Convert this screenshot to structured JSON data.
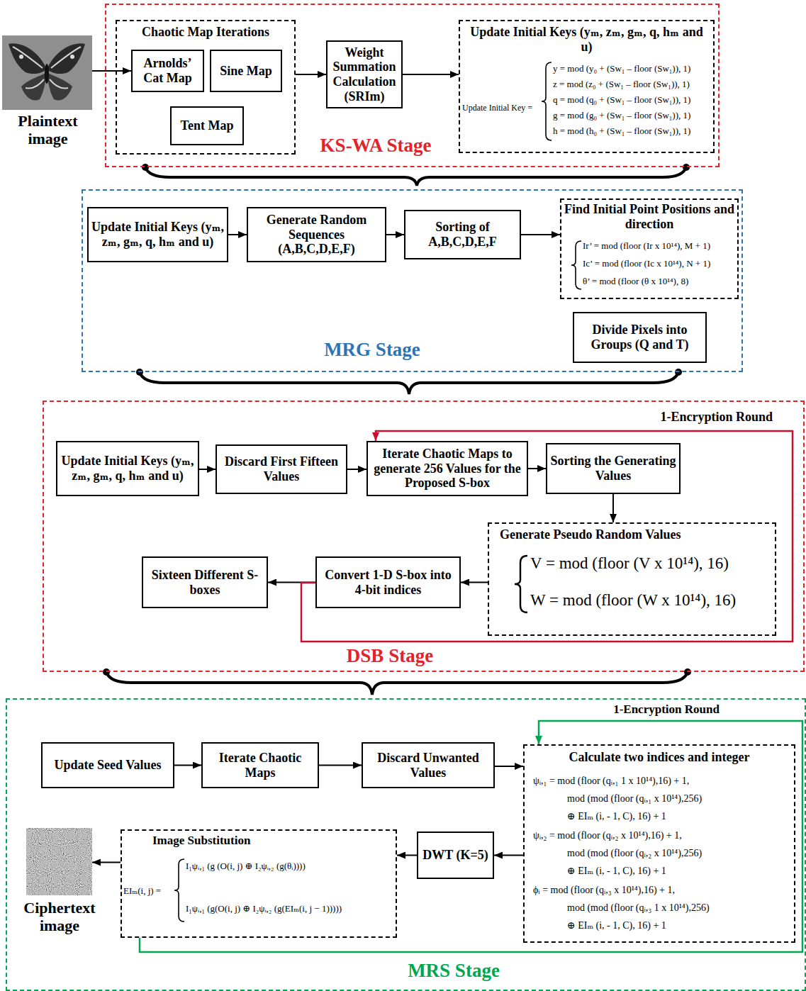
{
  "diagram": {
    "nodes": [
      {
        "text": [
          "KS-WA Stage"
        ]
      },
      {
        "text": [
          "Plaintext image"
        ]
      },
      {
        "text": [
          "Chaotic Map Iterations"
        ],
        "in": 0
      },
      {
        "text": [
          "Arnolds’ Cat Map"
        ],
        "in": 2
      },
      {
        "text": [
          "Sine Map"
        ],
        "in": 2
      },
      {
        "text": [
          "Tent Map"
        ],
        "in": 2
      },
      {
        "text": [
          "Weight Summation Calculation (SRIm)"
        ],
        "in": 0
      },
      {
        "text": [
          "Update Initial Keys (yₘ, zₘ, gₘ, q, hₘ and u)",
          "Update Initial Key =",
          "y = mod (y₀ + (Sw₁ – floor (Sw₁)), 1)",
          "z = mod (z₀ + (Sw₁ – floor (Sw₁)), 1)",
          "q = mod (q₀ + (Sw₁ – floor (Sw₁)), 1)",
          "g = mod (g₀ + (Sw₁ – floor (Sw₁)), 1)",
          "h = mod (h₀ + (Sw₁ – floor (Sw₁)), 1)"
        ],
        "in": 0
      },
      {
        "text": [
          "MRG Stage"
        ]
      },
      {
        "text": [
          "Update Initial Keys (yₘ, zₘ, gₘ, q, hₘ and u)"
        ],
        "in": 8
      },
      {
        "text": [
          "Generate Random Sequences (A,B,C,D,E,F)"
        ],
        "in": 8
      },
      {
        "text": [
          "Sorting of A,B,C,D,E,F"
        ],
        "in": 8
      },
      {
        "text": [
          "Find Initial Point Positions and direction",
          "Ir’ = mod (floor (Ir x 10¹⁴), M + 1)",
          "Ic’ = mod (floor (Ic x 10¹⁴), N + 1)",
          "θ’ = mod (floor (θ x 10¹⁴), 8)"
        ],
        "in": 8
      },
      {
        "text": [
          "Divide Pixels into Groups (Q and T)"
        ],
        "in": 8
      },
      {
        "text": [
          "DSB Stage"
        ]
      },
      {
        "text": [
          "Update Initial Keys (yₘ, zₘ, gₘ, q, hₘ and u)"
        ],
        "in": 14
      },
      {
        "text": [
          "Discard First Fifteen Values"
        ],
        "in": 14
      },
      {
        "text": [
          "Iterate Chaotic Maps to generate 256 Values for the Proposed S-box"
        ],
        "in": 14
      },
      {
        "text": [
          "Sorting the Generating Values"
        ],
        "in": 14
      },
      {
        "text": [
          "Generate Pseudo Random Values",
          "V = mod (floor (V x 10¹⁴), 16)",
          "W = mod (floor (W x 10¹⁴), 16)"
        ],
        "in": 14
      },
      {
        "text": [
          "Convert 1-D S-box into 4-bit indices"
        ],
        "in": 14
      },
      {
        "text": [
          "Sixteen Different S-boxes"
        ],
        "in": 14
      },
      {
        "text": [
          "MRS Stage"
        ]
      },
      {
        "text": [
          "Update Seed Values"
        ],
        "in": 22
      },
      {
        "text": [
          "Iterate Chaotic Maps"
        ],
        "in": 22
      },
      {
        "text": [
          "Discard Unwanted Values"
        ],
        "in": 22
      },
      {
        "text": [
          "Calculate two indices and integer",
          "ψᵢ,₁ = mod (floor (qᵢ,₁ 1 x 10¹⁴),16) + 1,",
          "mod (mod (floor (qᵢ,₁ x 10¹⁴),256)",
          "⊕ EIₘ (i, - 1, C), 16) + 1",
          "ψᵢ,₂ = mod (floor (qᵢ,₂ x 10¹⁴),16) + 1,",
          "mod (mod (floor (qᵢ,₂ x 10¹⁴),256)",
          "⊕ EIₘ (i, - 1, C), 16) + 1",
          "ϕᵢ = mod (floor (qᵢ,₃ x 10¹⁴),16) + 1,",
          "mod (mod (floor (qᵢ,₃ 1 x 10¹⁴),256)",
          "⊕ EIₘ (i, - 1, C), 16) + 1"
        ],
        "in": 22
      },
      {
        "text": [
          "DWT (K=5)"
        ],
        "in": 22
      },
      {
        "text": [
          "Image Substitution",
          "EIₘ(i, j) =",
          "I₁ψᵢ,₁ (g (O(i, j) ⊕ I₂ψᵢ,₂ (g(θᵢ))))",
          "I₁ψᵢ,₁ (g(O(i, j) ⊕ I₂ψᵢ,₂ (g(EIₘ(i, j − 1)))))"
        ],
        "in": 22
      },
      {
        "text": [
          "Ciphertext image"
        ],
        "in": 22
      }
    ],
    "edges": [
      {
        "from": 1,
        "to": 3,
        "arrow": "to"
      },
      {
        "from": 2,
        "to": 6,
        "arrow": "to"
      },
      {
        "from": 6,
        "to": 7,
        "arrow": "to"
      },
      {
        "from": 9,
        "to": 10,
        "arrow": "to"
      },
      {
        "from": 10,
        "to": 11,
        "arrow": "to"
      },
      {
        "from": 11,
        "to": 12,
        "arrow": "to"
      },
      {
        "from": 15,
        "to": 16,
        "arrow": "to"
      },
      {
        "from": 16,
        "to": 17,
        "arrow": "to"
      },
      {
        "from": 17,
        "to": 18,
        "arrow": "to"
      },
      {
        "from": 18,
        "to": 19,
        "arrow": "to"
      },
      {
        "from": 19,
        "to": 20,
        "arrow": "to"
      },
      {
        "from": 20,
        "to": 21,
        "arrow": "to"
      },
      {
        "from": 20,
        "to": 17,
        "arrow": "to"
      },
      {
        "from": 23,
        "to": 24,
        "arrow": "to"
      },
      {
        "from": 24,
        "to": 25,
        "arrow": "to"
      },
      {
        "from": 25,
        "to": 26,
        "arrow": "to"
      },
      {
        "from": 26,
        "to": 27,
        "arrow": "to"
      },
      {
        "from": 27,
        "to": 28,
        "arrow": "to"
      },
      {
        "from": 28,
        "to": 29,
        "arrow": "to"
      },
      {
        "from": 28,
        "to": 26,
        "arrow": "to"
      }
    ],
    "labels": [
      "1-Encryption Round",
      "1-Encryption Round"
    ]
  }
}
